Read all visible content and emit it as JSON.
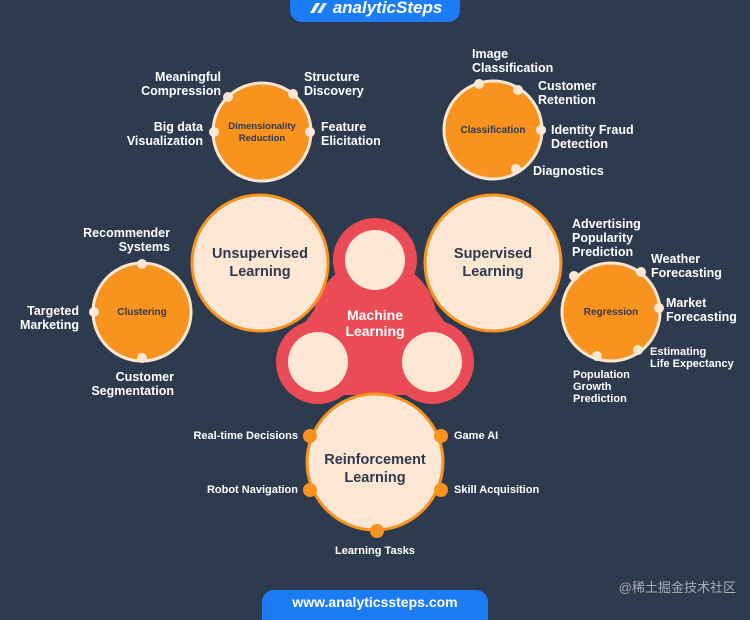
{
  "header": {
    "brand": "analyticSteps"
  },
  "footer": {
    "url": "www.analyticssteps.com"
  },
  "watermark": "@稀土掘金技术社区",
  "center": {
    "title": "Machine Learning",
    "line1": "Machine",
    "line2": "Learning"
  },
  "categories": {
    "unsupervised": {
      "line1": "Unsupervised",
      "line2": "Learning"
    },
    "supervised": {
      "line1": "Supervised",
      "line2": "Learning"
    },
    "reinforcement": {
      "line1": "Reinforcement",
      "line2": "Learning"
    }
  },
  "subtopics": {
    "dimensionality": {
      "line1": "Dimensionality",
      "line2": "Reduction"
    },
    "classification": {
      "label": "Classification"
    },
    "clustering": {
      "label": "Clustering"
    },
    "regression": {
      "label": "Regression"
    }
  },
  "applications": {
    "meaningful_compression": {
      "line1": "Meaningful",
      "line2": "Compression"
    },
    "structure_discovery": {
      "line1": "Structure",
      "line2": "Discovery"
    },
    "big_data_visualization": {
      "line1": "Big data",
      "line2": "Visualization"
    },
    "feature_elicitation": {
      "line1": "Feature",
      "line2": "Elicitation"
    },
    "image_classification": {
      "line1": "Image",
      "line2": "Classification"
    },
    "customer_retention": {
      "line1": "Customer",
      "line2": "Retention"
    },
    "identity_fraud_detection": {
      "line1": "Identity Fraud",
      "line2": "Detection"
    },
    "diagnostics": {
      "label": "Diagnostics"
    },
    "recommender_systems": {
      "line1": "Recommender",
      "line2": "Systems"
    },
    "targeted_marketing": {
      "line1": "Targeted",
      "line2": "Marketing"
    },
    "customer_segmentation": {
      "line1": "Customer",
      "line2": "Segmentation"
    },
    "advertising_popularity": {
      "line1": "Advertising",
      "line2": "Popularity",
      "line3": "Prediction"
    },
    "weather_forecasting": {
      "line1": "Weather",
      "line2": "Forecasting"
    },
    "market_forecasting": {
      "line1": "Market",
      "line2": "Forecasting"
    },
    "life_expectancy": {
      "line1": "Estimating",
      "line2": "Life Expectancy"
    },
    "population_growth": {
      "line1": "Population",
      "line2": "Growth",
      "line3": "Prediction"
    },
    "realtime_decisions": {
      "label": "Real-time Decisions"
    },
    "game_ai": {
      "label": "Game AI"
    },
    "robot_navigation": {
      "label": "Robot Navigation"
    },
    "skill_acquisition": {
      "label": "Skill Acquisition"
    },
    "learning_tasks": {
      "label": "Learning Tasks"
    }
  },
  "colors": {
    "background": "#2e3a4e",
    "orange": "#f7931e",
    "cream": "#fbe7d3",
    "red": "#ea4b55",
    "blue": "#1c7cf4",
    "white": "#ffffff"
  }
}
